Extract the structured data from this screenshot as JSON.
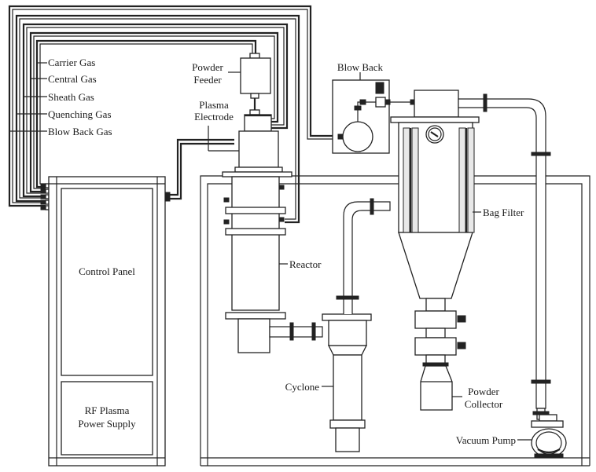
{
  "title": "RF thermal plasma powder synthesis system schematic",
  "labels": {
    "carrier_gas": "Carrier Gas",
    "central_gas": "Central Gas",
    "sheath_gas": "Sheath Gas",
    "quenching_gas": "Quenching Gas",
    "blow_back_gas": "Blow Back Gas",
    "powder_feeder_1": "Powder",
    "powder_feeder_2": "Feeder",
    "plasma_electrode_1": "Plasma",
    "plasma_electrode_2": "Electrode",
    "blow_back": "Blow Back",
    "bag_filter": "Bag Filter",
    "reactor": "Reactor",
    "control_panel": "Control Panel",
    "rf_power_1": "RF Plasma",
    "rf_power_2": "Power Supply",
    "cyclone": "Cyclone",
    "powder_collector_1": "Powder",
    "powder_collector_2": "Collector",
    "vacuum_pump": "Vacuum Pump"
  },
  "colors": {
    "line": "#222222",
    "background": "#ffffff",
    "filter_fill": "#e8e8e8"
  }
}
